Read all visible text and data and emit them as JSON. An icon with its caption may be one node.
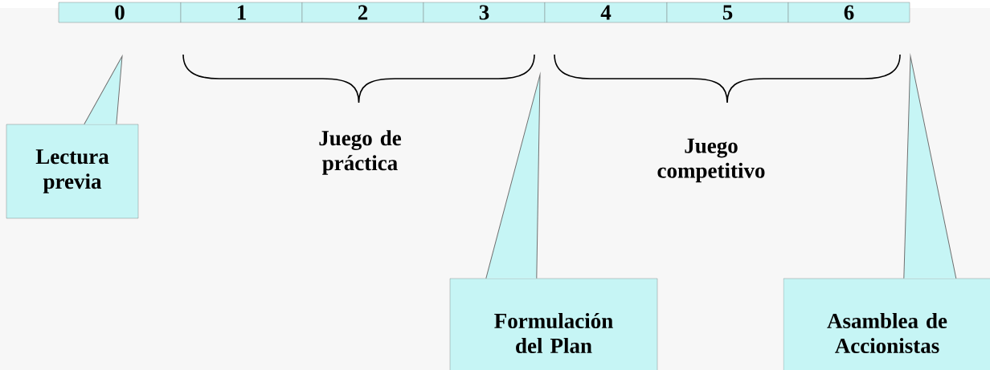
{
  "diagram": {
    "nodes": [
      {
        "text": [
          "0"
        ]
      },
      {
        "text": [
          "1"
        ]
      },
      {
        "text": [
          "2"
        ]
      },
      {
        "text": [
          "3"
        ]
      },
      {
        "text": [
          "4"
        ]
      },
      {
        "text": [
          "5"
        ]
      },
      {
        "text": [
          "6"
        ]
      },
      {
        "text": [
          "Lectura previa"
        ]
      },
      {
        "text": [
          "Formulación del Plan"
        ]
      },
      {
        "text": [
          "Asamblea de Accionistas"
        ]
      }
    ],
    "edges": [
      {
        "from": 7,
        "to": null,
        "arrow": "none"
      },
      {
        "from": 8,
        "to": null,
        "arrow": "none"
      },
      {
        "from": 9,
        "to": null,
        "arrow": "none"
      }
    ],
    "labels": [
      "Juego de práctica",
      "Juego competitivo"
    ]
  }
}
